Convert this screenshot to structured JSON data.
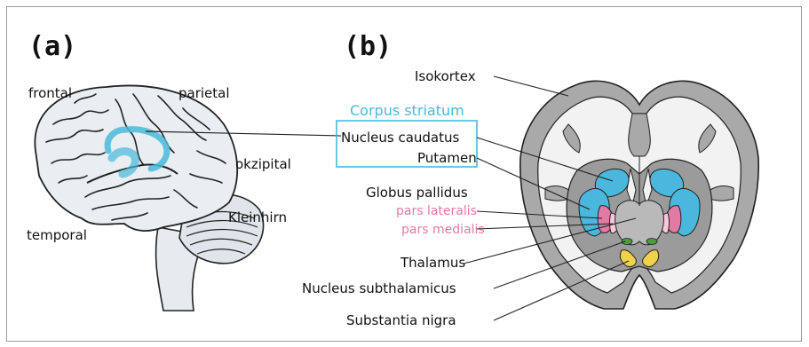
{
  "panels": {
    "a": {
      "label": "(a)",
      "lobes": {
        "frontal": "frontal",
        "parietal": "parietal",
        "okzipital": "okzipital",
        "temporal": "temporal",
        "kleinhirn": "Kleinhirn"
      }
    },
    "b": {
      "label": "(b)",
      "structures": {
        "isokortex": "Isokortex",
        "corpus_striatum": "Corpus striatum",
        "nucleus_caudatus": "Nucleus caudatus",
        "putamen": "Putamen",
        "globus_pallidus": "Globus pallidus",
        "pars_lateralis": "pars lateralis",
        "pars_medialis": "pars medialis",
        "thalamus": "Thalamus",
        "nucleus_subthalamicus": "Nucleus subthalamicus",
        "substantia_nigra": "Substantia nigra"
      }
    }
  },
  "colors": {
    "striatum_blue": "#49b8dc",
    "cortex_gray": "#a9a9a9",
    "white_matter": "#f2f2f2",
    "deep_gray": "#9b9b9b",
    "pallidus_pink": "#e27aa6",
    "pallidus_light_pink": "#f6c8da",
    "subthalamic_green": "#4f9a3c",
    "nigra_yellow": "#f0d24a",
    "brain_fill": "#e9eef2",
    "line": "#222222"
  }
}
